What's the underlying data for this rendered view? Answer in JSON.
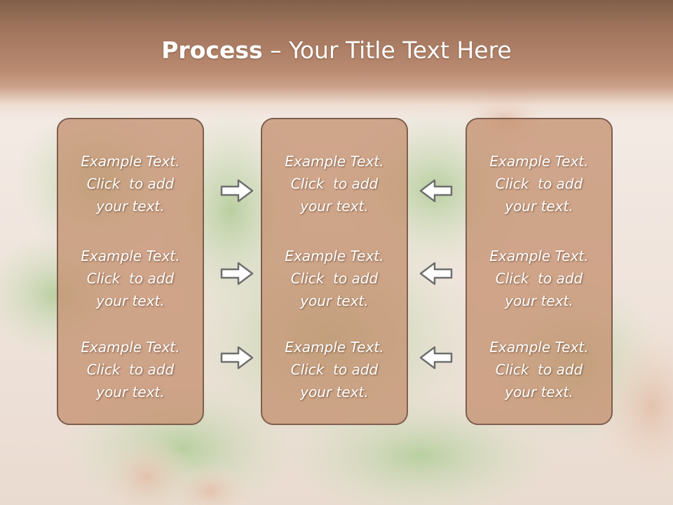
{
  "title": {
    "bold": "Process",
    "rest": " – Your Title Text Here"
  },
  "panels": [
    {
      "items": [
        {
          "line1": "Example Text.",
          "line2": "Click  to add",
          "line3": "your text."
        },
        {
          "line1": "Example Text.",
          "line2": "Click  to add",
          "line3": "your text."
        },
        {
          "line1": "Example Text.",
          "line2": "Click  to add",
          "line3": "your text."
        }
      ]
    },
    {
      "items": [
        {
          "line1": "Example Text.",
          "line2": "Click  to add",
          "line3": "your text."
        },
        {
          "line1": "Example Text.",
          "line2": "Click  to add",
          "line3": "your text."
        },
        {
          "line1": "Example Text.",
          "line2": "Click  to add",
          "line3": "your text."
        }
      ]
    },
    {
      "items": [
        {
          "line1": "Example Text.",
          "line2": "Click  to add",
          "line3": "your text."
        },
        {
          "line1": "Example Text.",
          "line2": "Click  to add",
          "line3": "your text."
        },
        {
          "line1": "Example Text.",
          "line2": "Click  to add",
          "line3": "your text."
        }
      ]
    }
  ],
  "icons": {
    "right_arrow": "arrow-right-icon",
    "left_arrow": "arrow-left-icon"
  },
  "colors": {
    "title_band": "#a0745c",
    "panel_fill": "#c59272",
    "panel_border": "#7e5e4e",
    "arrow_fill": "#ffffff",
    "arrow_stroke": "#6e6e6e"
  }
}
